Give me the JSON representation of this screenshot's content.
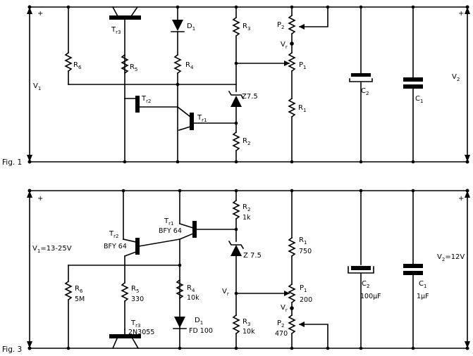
{
  "figures": [
    {
      "label": "Fig. 1"
    },
    {
      "label": "Fig. 3"
    }
  ],
  "fig1": {
    "input": {
      "main": "V",
      "sub": "1"
    },
    "output": {
      "main": "V",
      "sub": "2"
    },
    "plus": "+",
    "Tr3": {
      "main": "T",
      "sub": "r3"
    },
    "Tr2": {
      "main": "T",
      "sub": "r2"
    },
    "Tr1": {
      "main": "T",
      "sub": "r1"
    },
    "R6": {
      "main": "R",
      "sub": "6"
    },
    "R5": {
      "main": "R",
      "sub": "5"
    },
    "R4": {
      "main": "R",
      "sub": "4"
    },
    "R3": {
      "main": "R",
      "sub": "3"
    },
    "R2": {
      "main": "R",
      "sub": "2"
    },
    "R1": {
      "main": "R",
      "sub": "1"
    },
    "D1": {
      "main": "D",
      "sub": "1"
    },
    "Z": "Z7.5",
    "P1": {
      "main": "P",
      "sub": "1"
    },
    "P2": {
      "main": "P",
      "sub": "2"
    },
    "Vr": {
      "main": "V",
      "sub": "r"
    },
    "C2": {
      "main": "C",
      "sub": "2"
    },
    "C1": {
      "main": "C",
      "sub": "1"
    }
  },
  "fig3": {
    "input": {
      "main": "V",
      "sub": "1",
      "rest": "=13-25V"
    },
    "output": {
      "main": "V",
      "sub": "2",
      "rest": "=12V"
    },
    "plus": "+",
    "Tr1": {
      "main": "T",
      "sub": "r1",
      "value": "BFY 64"
    },
    "Tr2": {
      "main": "T",
      "sub": "r2",
      "value": "BFY 64"
    },
    "Tr3": {
      "main": "T",
      "sub": "r3",
      "value": "2N3055"
    },
    "R2": {
      "main": "R",
      "sub": "2",
      "value": "1k"
    },
    "R1": {
      "main": "R",
      "sub": "1",
      "value": "750"
    },
    "R6": {
      "main": "R",
      "sub": "6",
      "value": "5M"
    },
    "R5": {
      "main": "R",
      "sub": "5",
      "value": "330"
    },
    "R4": {
      "main": "R",
      "sub": "4",
      "value": "10k"
    },
    "R3": {
      "main": "R",
      "sub": "3",
      "value": "10k"
    },
    "D1": {
      "main": "D",
      "sub": "1",
      "value": "FD 100"
    },
    "Z": "Z 7.5",
    "P1": {
      "main": "P",
      "sub": "1",
      "value": "200"
    },
    "P2": {
      "main": "P",
      "sub": "2",
      "value": "470"
    },
    "Vr": {
      "main": "V",
      "sub": "r"
    },
    "Vr2": {
      "main": "V",
      "sub": "r"
    },
    "C2": {
      "main": "C",
      "sub": "2",
      "value": "100μF"
    },
    "C1": {
      "main": "C",
      "sub": "1",
      "value": "1μF"
    }
  }
}
